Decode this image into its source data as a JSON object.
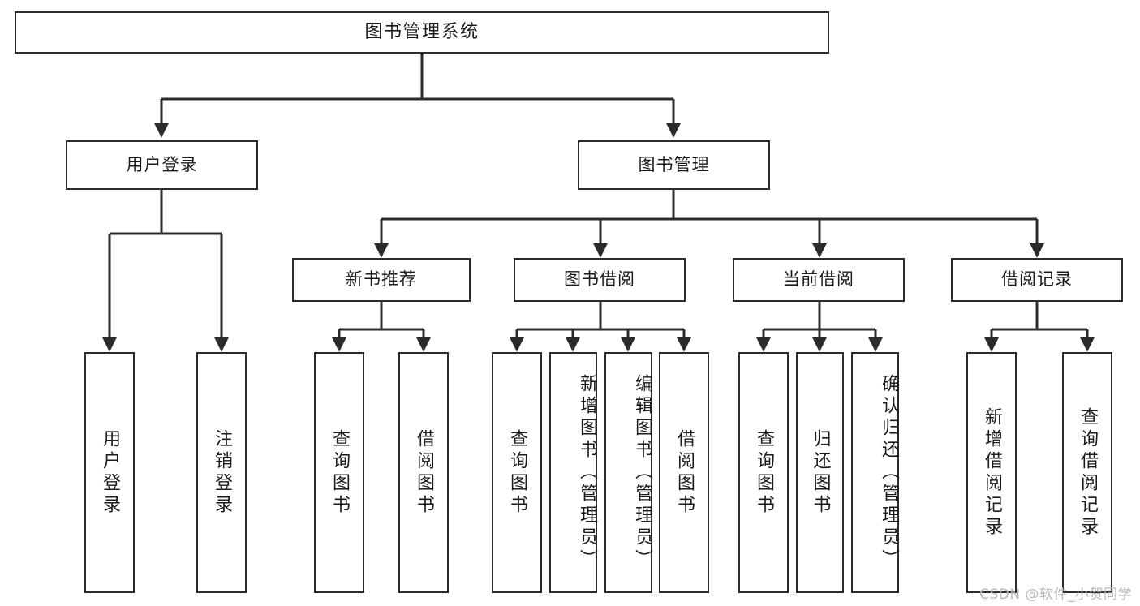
{
  "diagram": {
    "title": "图书管理系统",
    "type": "hierarchy-tree",
    "watermark": "CSDN @软件_小贺同学",
    "colors": {
      "border": "#2b2b2b",
      "background": "#ffffff",
      "text": "#1b1b1b",
      "watermark": "#b9b9b9"
    },
    "root": {
      "label": "图书管理系统"
    },
    "level2": [
      {
        "label": "用户登录"
      },
      {
        "label": "图书管理"
      }
    ],
    "level3": [
      {
        "label": "新书推荐"
      },
      {
        "label": "图书借阅"
      },
      {
        "label": "当前借阅"
      },
      {
        "label": "借阅记录"
      }
    ],
    "leaves": {
      "user_login": [
        {
          "label": "用户登录"
        },
        {
          "label": "注销登录"
        }
      ],
      "new_book_recommend": [
        {
          "label": "查询图书"
        },
        {
          "label": "借阅图书"
        }
      ],
      "book_borrow": [
        {
          "label": "查询图书"
        },
        {
          "label": "新增图书（管理员）"
        },
        {
          "label": "编辑图书（管理员）"
        },
        {
          "label": "借阅图书"
        }
      ],
      "current_borrow": [
        {
          "label": "查询图书"
        },
        {
          "label": "归还图书"
        },
        {
          "label": "确认归还（管理员）"
        }
      ],
      "borrow_record": [
        {
          "label": "新增借阅记录"
        },
        {
          "label": "查询借阅记录"
        }
      ]
    }
  }
}
